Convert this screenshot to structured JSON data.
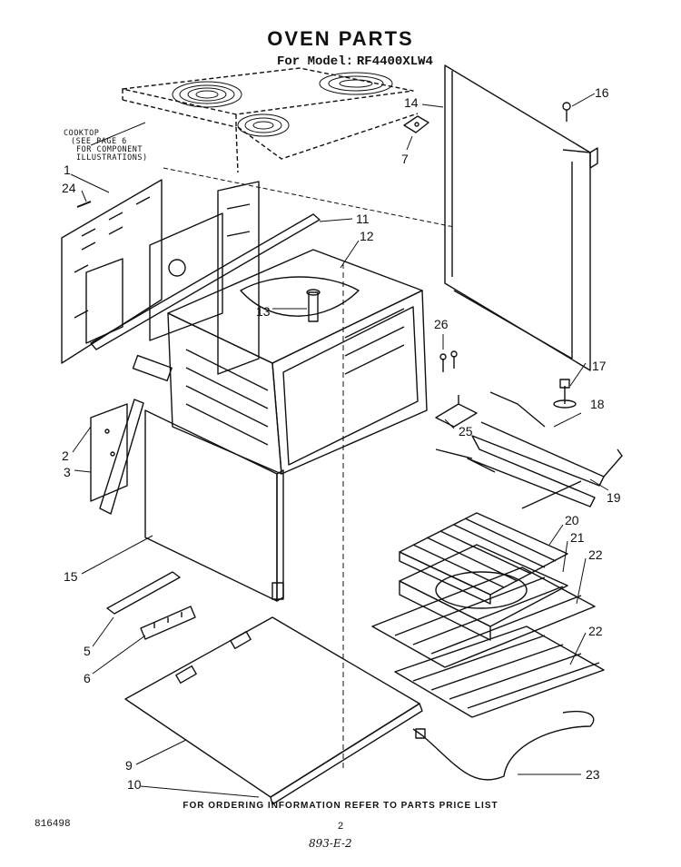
{
  "header": {
    "title": "OVEN PARTS",
    "model_prefix": "For Model:",
    "model": "RF4400XLW4"
  },
  "cooktop_note": [
    "COOKTOP",
    "(SEE PAGE 6",
    "FOR COMPONENT",
    "ILLUSTRATIONS)"
  ],
  "callouts": [
    "1",
    "24",
    "11",
    "12",
    "13",
    "14",
    "16",
    "7",
    "26",
    "17",
    "18",
    "25",
    "19",
    "2",
    "3",
    "15",
    "5",
    "6",
    "20",
    "21",
    "22",
    "22",
    "9",
    "10",
    "23"
  ],
  "footer": {
    "note": "FOR ORDERING INFORMATION REFER TO PARTS PRICE LIST",
    "doc_number": "816498",
    "page": "2",
    "handwritten": "893-E-2"
  }
}
